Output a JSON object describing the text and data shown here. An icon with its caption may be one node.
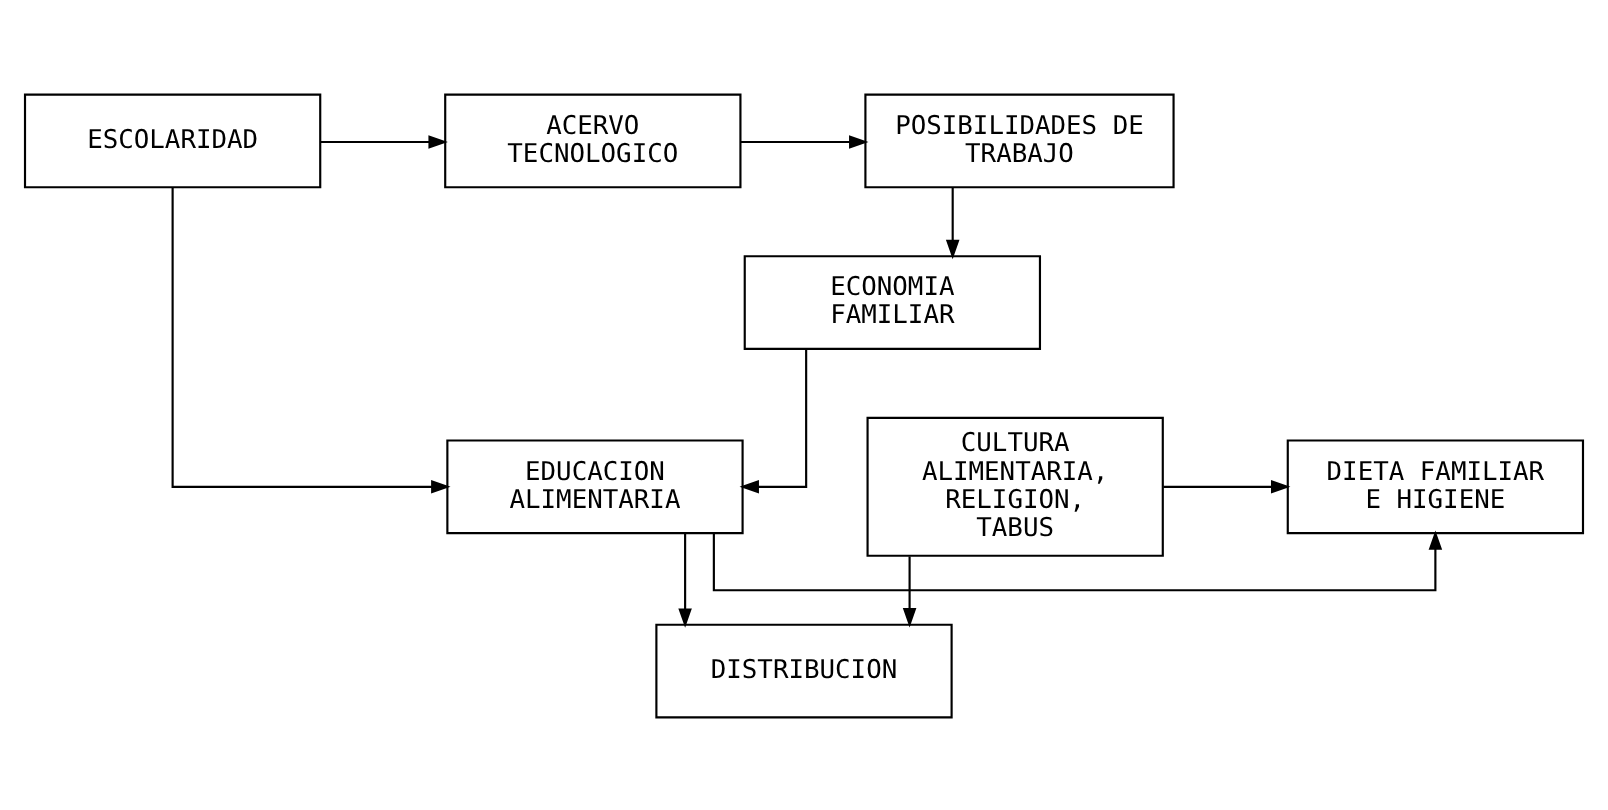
{
  "diagram": {
    "nodes": [
      {
        "text": [
          "ESCOLARIDAD"
        ]
      },
      {
        "text": [
          "ACERVO TECNOLOGICO"
        ]
      },
      {
        "text": [
          "POSIBILIDADES DE TRABAJO"
        ]
      },
      {
        "text": [
          "ECONOMIA FAMILIAR"
        ]
      },
      {
        "text": [
          "EDUCACION ALIMENTARIA"
        ]
      },
      {
        "text": [
          "DIETA FAMILIAR E HIGIENE"
        ]
      },
      {
        "text": [
          "CULTURA ALIMENTARIA, RELIGION, TABUS"
        ]
      },
      {
        "text": [
          "DISTRIBUCION"
        ]
      }
    ],
    "edges": [
      {
        "from": 0,
        "to": 1,
        "arrow": "to"
      },
      {
        "from": 1,
        "to": 2,
        "arrow": "to"
      },
      {
        "from": 2,
        "to": 3,
        "arrow": "to"
      },
      {
        "from": 3,
        "to": 4,
        "arrow": "to"
      },
      {
        "from": 0,
        "to": 4,
        "arrow": "to"
      },
      {
        "from": 4,
        "to": 5,
        "arrow": "to"
      },
      {
        "from": 4,
        "to": 7,
        "arrow": "to"
      },
      {
        "from": 6,
        "to": 5,
        "arrow": "to"
      },
      {
        "from": 6,
        "to": 7,
        "arrow": "to"
      }
    ]
  }
}
